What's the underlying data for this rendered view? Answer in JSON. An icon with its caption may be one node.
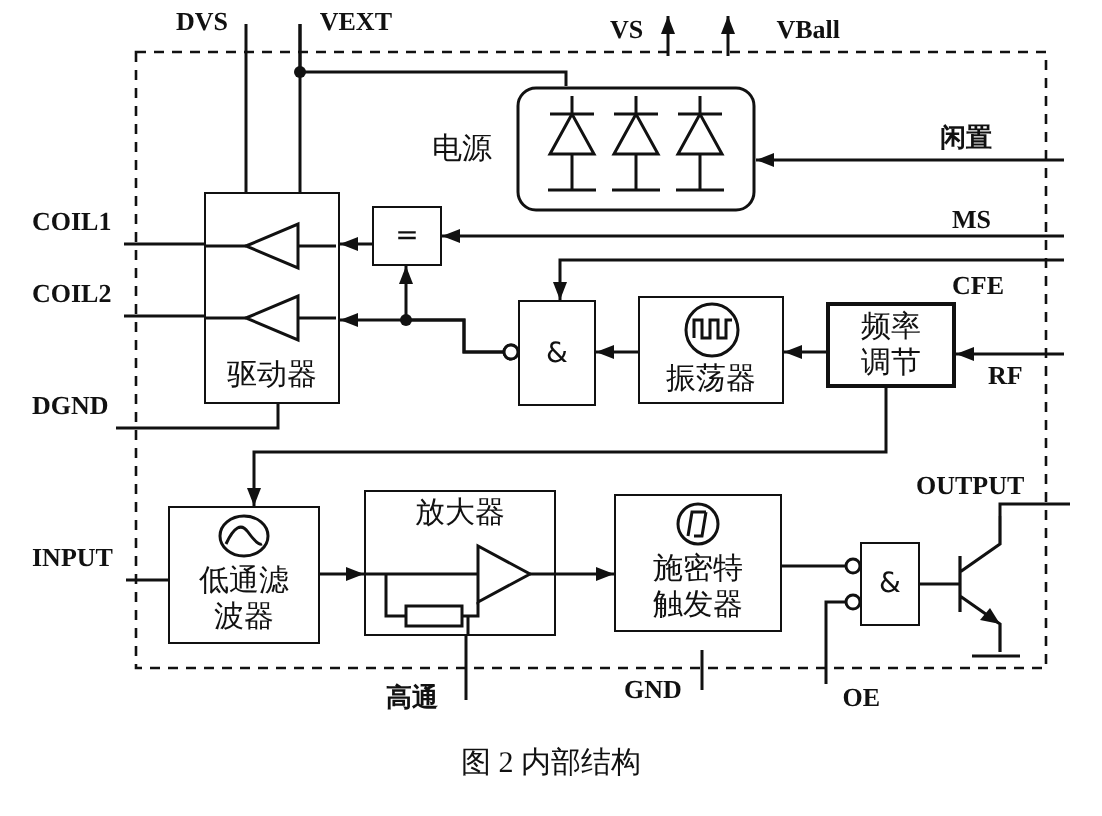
{
  "diagram": {
    "caption": "图 2 内部结构",
    "nodes": [
      {
        "text": [
          "DVS"
        ]
      },
      {
        "text": [
          "VEXT"
        ]
      },
      {
        "text": [
          "VS"
        ]
      },
      {
        "text": [
          "VBall"
        ]
      },
      {
        "text": [
          "电源"
        ]
      },
      {
        "text": [
          "闲置"
        ]
      },
      {
        "text": [
          "COIL1"
        ]
      },
      {
        "text": [
          "COIL2"
        ]
      },
      {
        "text": [
          "驱动器"
        ]
      },
      {
        "text": [
          "="
        ]
      },
      {
        "text": [
          "MS"
        ]
      },
      {
        "text": [
          "CFE"
        ]
      },
      {
        "text": [
          "&"
        ]
      },
      {
        "text": [
          "振荡器"
        ]
      },
      {
        "text": [
          "频率调节"
        ]
      },
      {
        "text": [
          "RF"
        ]
      },
      {
        "text": [
          "DGND"
        ]
      },
      {
        "text": [
          "INPUT"
        ]
      },
      {
        "text": [
          "低通滤波器"
        ]
      },
      {
        "text": [
          "放大器"
        ]
      },
      {
        "text": [
          "施密特触发器"
        ]
      },
      {
        "text": [
          "&"
        ]
      },
      {
        "text": [],
        "shape": "transistor"
      },
      {
        "text": [
          "OUTPUT"
        ]
      },
      {
        "text": [
          "高通"
        ]
      },
      {
        "text": [
          "GND"
        ]
      },
      {
        "text": [
          "OE"
        ]
      }
    ],
    "edges": [
      {
        "from": 0,
        "to": 8,
        "arrow": "none"
      },
      {
        "from": 1,
        "to": 8,
        "arrow": "none"
      },
      {
        "from": 1,
        "to": 4,
        "arrow": "none"
      },
      {
        "from": null,
        "to": 2,
        "arrow": "to"
      },
      {
        "from": null,
        "to": 3,
        "arrow": "to"
      },
      {
        "from": 5,
        "to": 4,
        "arrow": "to"
      },
      {
        "from": 10,
        "to": 9,
        "arrow": "to"
      },
      {
        "from": 9,
        "to": 8,
        "arrow": "to"
      },
      {
        "from": 11,
        "to": 12,
        "arrow": "to"
      },
      {
        "from": 15,
        "to": 14,
        "arrow": "to"
      },
      {
        "from": 14,
        "to": 13,
        "arrow": "to"
      },
      {
        "from": 13,
        "to": 12,
        "arrow": "to"
      },
      {
        "from": 12,
        "to": 8,
        "arrow": "to"
      },
      {
        "from": 12,
        "to": 9,
        "arrow": "to"
      },
      {
        "from": 8,
        "to": 6,
        "arrow": "none"
      },
      {
        "from": 8,
        "to": 7,
        "arrow": "none"
      },
      {
        "from": 8,
        "to": 16,
        "arrow": "none"
      },
      {
        "from": 14,
        "to": 18,
        "arrow": "to"
      },
      {
        "from": 17,
        "to": 18,
        "arrow": "none"
      },
      {
        "from": 18,
        "to": 19,
        "arrow": "to"
      },
      {
        "from": 19,
        "to": 20,
        "arrow": "to"
      },
      {
        "from": 24,
        "to": 19,
        "arrow": "none"
      },
      {
        "from": 20,
        "to": 21,
        "arrow": "other"
      },
      {
        "from": 26,
        "to": 21,
        "arrow": "other"
      },
      {
        "from": 21,
        "to": 22,
        "arrow": "none"
      },
      {
        "from": 22,
        "to": 23,
        "arrow": "none"
      },
      {
        "from": 25,
        "to": null,
        "arrow": "none"
      }
    ]
  }
}
